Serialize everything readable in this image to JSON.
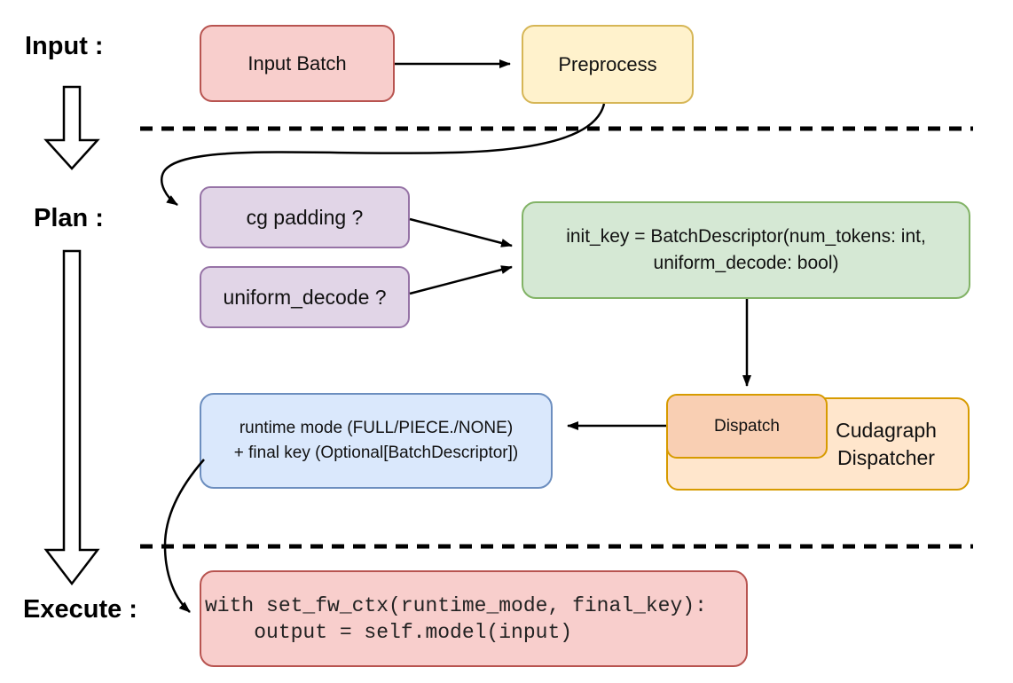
{
  "title_labels": {
    "input": "Input :",
    "plan": "Plan :",
    "execute": "Execute :"
  },
  "nodes": {
    "input_batch": {
      "label": "Input Batch",
      "fill": "#F8CECC",
      "stroke": "#B85450"
    },
    "preprocess": {
      "label": "Preprocess",
      "fill": "#FFF2CC",
      "stroke": "#D6B656"
    },
    "cg_padding": {
      "label": "cg padding ?",
      "fill": "#E1D5E7",
      "stroke": "#9673A6"
    },
    "uniform_decode": {
      "label": "uniform_decode ?",
      "fill": "#E1D5E7",
      "stroke": "#9673A6"
    },
    "init_key": {
      "line1": "init_key = BatchDescriptor(num_tokens: int,",
      "line2": "uniform_decode: bool)",
      "fill": "#D5E8D4",
      "stroke": "#82B366"
    },
    "dispatch": {
      "label": "Dispatch",
      "fill": "#F9CFB3",
      "stroke": "#D79B00"
    },
    "cudagraph_dispatcher": {
      "label": "Cudagraph Dispatcher",
      "fill": "#FFE6CC",
      "stroke": "#D79B00"
    },
    "runtime_mode": {
      "line1": "runtime mode (FULL/PIECE./NONE)",
      "line2": "+ final key (Optional[BatchDescriptor])",
      "fill": "#DAE8FC",
      "stroke": "#6C8EBF"
    },
    "execute_code": {
      "line1": "with set_fw_ctx(runtime_mode, final_key):",
      "line2": "    output = self.model(input)",
      "fill": "#F8CECC",
      "stroke": "#B85450"
    }
  },
  "edges": [
    {
      "from": "input_batch",
      "to": "preprocess"
    },
    {
      "from": "preprocess",
      "to": "cg_padding"
    },
    {
      "from": "cg_padding",
      "to": "init_key"
    },
    {
      "from": "uniform_decode",
      "to": "init_key"
    },
    {
      "from": "init_key",
      "to": "dispatch"
    },
    {
      "from": "dispatch",
      "to": "runtime_mode"
    },
    {
      "from": "runtime_mode",
      "to": "execute_code"
    }
  ],
  "connector_color": "#000000"
}
